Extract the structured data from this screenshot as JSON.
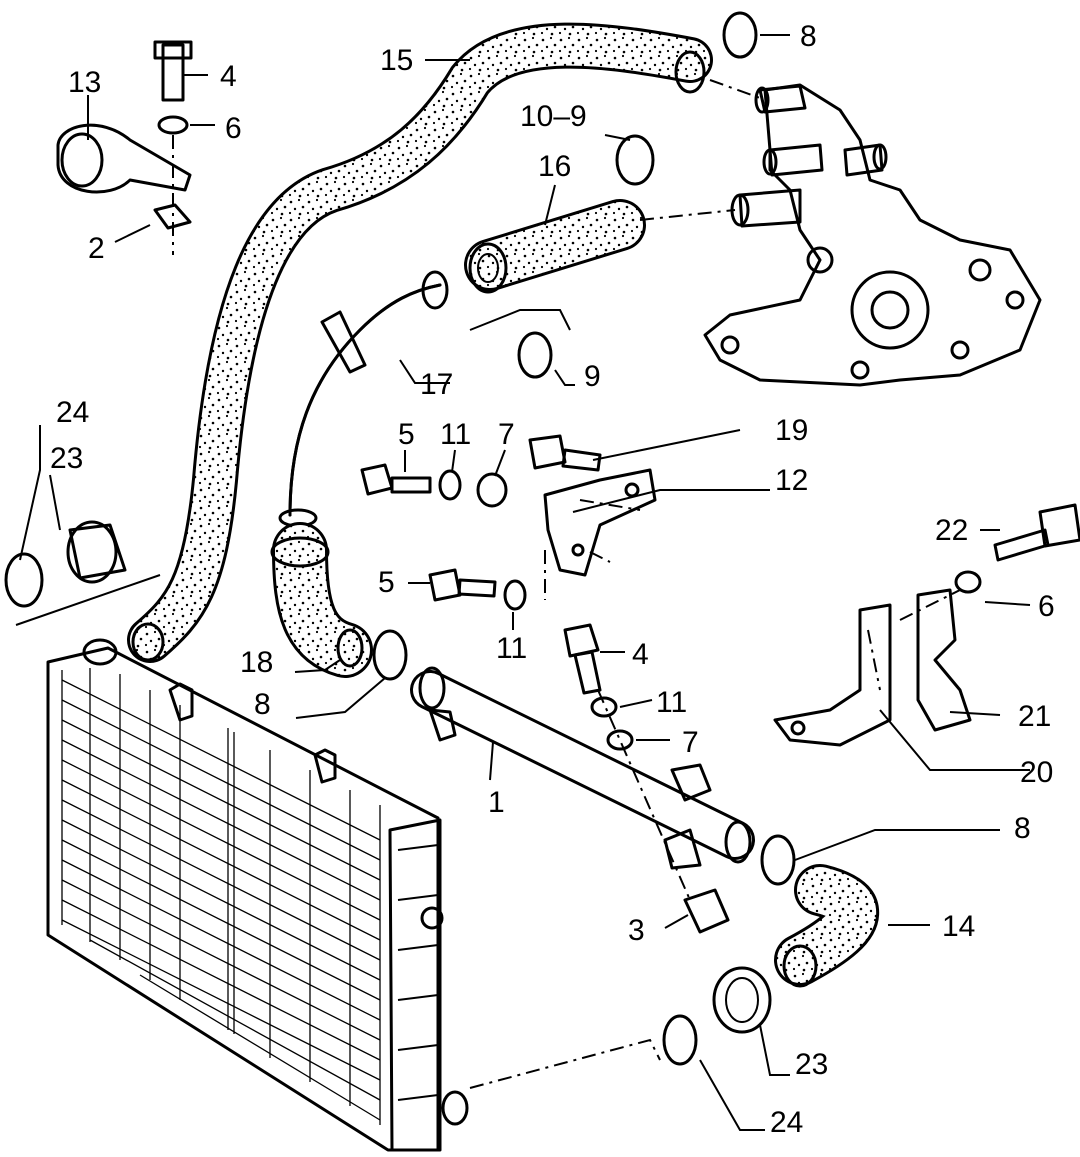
{
  "callouts": [
    {
      "id": "c1",
      "text": "1"
    },
    {
      "id": "c2",
      "text": "2"
    },
    {
      "id": "c3",
      "text": "3"
    },
    {
      "id": "c4a",
      "text": "4"
    },
    {
      "id": "c4b",
      "text": "4"
    },
    {
      "id": "c5a",
      "text": "5"
    },
    {
      "id": "c5b",
      "text": "5"
    },
    {
      "id": "c6a",
      "text": "6"
    },
    {
      "id": "c6b",
      "text": "6"
    },
    {
      "id": "c7a",
      "text": "7"
    },
    {
      "id": "c7b",
      "text": "7"
    },
    {
      "id": "c8a",
      "text": "8"
    },
    {
      "id": "c8b",
      "text": "8"
    },
    {
      "id": "c8c",
      "text": "8"
    },
    {
      "id": "c9a",
      "text": "10–9"
    },
    {
      "id": "c9b",
      "text": "9"
    },
    {
      "id": "c11a",
      "text": "11"
    },
    {
      "id": "c11b",
      "text": "11"
    },
    {
      "id": "c11c",
      "text": "11"
    },
    {
      "id": "c12",
      "text": "12"
    },
    {
      "id": "c13",
      "text": "13"
    },
    {
      "id": "c14",
      "text": "14"
    },
    {
      "id": "c15",
      "text": "15"
    },
    {
      "id": "c16",
      "text": "16"
    },
    {
      "id": "c17",
      "text": "17"
    },
    {
      "id": "c18",
      "text": "18"
    },
    {
      "id": "c19",
      "text": "19"
    },
    {
      "id": "c20",
      "text": "20"
    },
    {
      "id": "c21",
      "text": "21"
    },
    {
      "id": "c22",
      "text": "22"
    },
    {
      "id": "c23a",
      "text": "23"
    },
    {
      "id": "c23b",
      "text": "23"
    },
    {
      "id": "c24a",
      "text": "24"
    },
    {
      "id": "c24b",
      "text": "24"
    }
  ]
}
